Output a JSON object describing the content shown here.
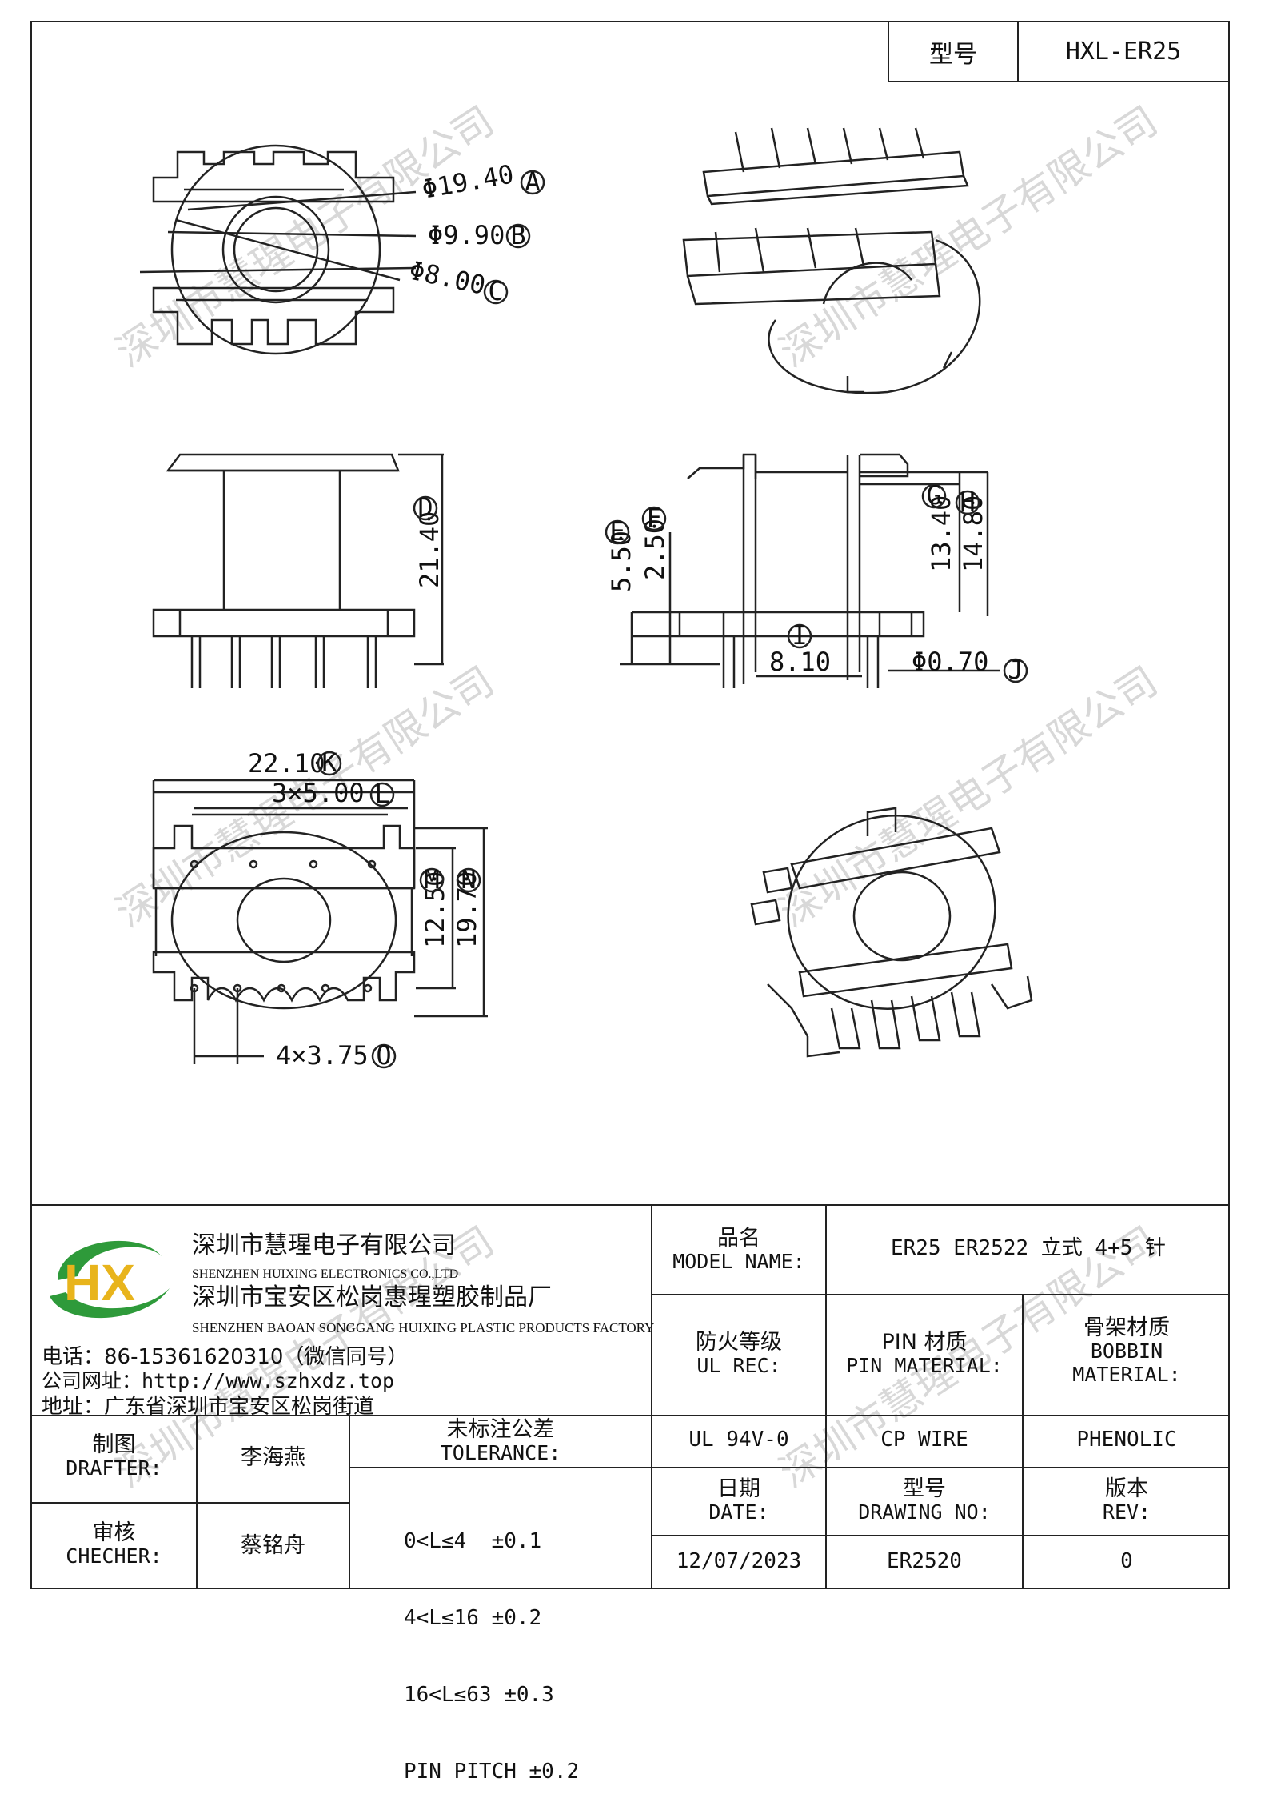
{
  "header": {
    "model_label": "型号",
    "model_value": "HXL-ER25"
  },
  "dims": {
    "a": "Φ19.40",
    "a_mark": "A",
    "b": "Φ9.90",
    "b_mark": "B",
    "c": "Φ8.00",
    "c_mark": "C",
    "d": "21.40",
    "d_mark": "D",
    "e": "5.50",
    "e_mark": "E",
    "f": "2.50",
    "f_mark": "F",
    "g": "13.40",
    "g_mark": "G",
    "h": "14.80",
    "h_mark": "H",
    "i": "8.10",
    "i_mark": "I",
    "j": "Φ0.70",
    "j_mark": "J",
    "k": "22.10",
    "k_mark": "K",
    "l": "3×5.00",
    "l_mark": "L",
    "m": "12.50",
    "m_mark": "M",
    "n": "19.70",
    "n_mark": "N",
    "o": "4×3.75",
    "o_mark": "O"
  },
  "watermark": "深圳市慧瑆电子有限公司",
  "company": {
    "logo_text": "HX",
    "name_cn": "深圳市慧瑆电子有限公司",
    "name_en": "SHENZHEN HUIXING ELECTRONICS CO.,LTD",
    "factory_cn": "深圳市宝安区松岗惠瑆塑胶制品厂",
    "factory_en": "SHENZHEN BAOAN SONGGANG HUIXING PLASTIC PRODUCTS FACTORY",
    "phone": "电话：86-15361620310（微信同号）",
    "website": "公司网址：http://www.szhxdz.top",
    "address": "地址：广东省深圳市宝安区松岗街道"
  },
  "table": {
    "model_name_cn": "品名",
    "model_name_en": "MODEL NAME:",
    "model_name_value": "ER25 ER2522 立式 4+5 针",
    "fire_cn": "防火等级",
    "fire_en": "UL REC:",
    "pin_cn": "PIN 材质",
    "pin_en": "PIN MATERIAL:",
    "bobbin_cn": "骨架材质",
    "bobbin_en1": "BOBBIN",
    "bobbin_en2": "MATERIAL:",
    "fire_value": "UL 94V-0",
    "pin_value": "CP WIRE",
    "bobbin_value": "PHENOLIC",
    "drafter_cn": "制图",
    "drafter_en": "DRAFTER:",
    "drafter_value": "李海燕",
    "checker_cn": "审核",
    "checker_en": "CHECHER:",
    "checker_value": "蔡铭舟",
    "tol_cn": "未标注公差",
    "tol_en": "TOLERANCE:",
    "tol_lines": [
      "0<L≤4  ±0.1",
      "4<L≤16 ±0.2",
      "16<L≤63 ±0.3",
      "PIN PITCH ±0.2"
    ],
    "date_cn": "日期",
    "date_en": "DATE:",
    "date_value": "12/07/2023",
    "drawing_cn": "型号",
    "drawing_en": "DRAWING NO:",
    "drawing_value": "ER2520",
    "rev_cn": "版本",
    "rev_en": "REV:",
    "rev_value": "0"
  }
}
